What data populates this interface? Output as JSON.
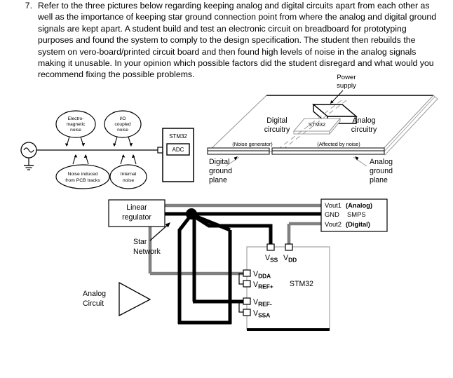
{
  "question": {
    "number": "7.",
    "text": "Refer to the three pictures below regarding keeping analog and digital circuits apart from each other as well as the importance of keeping star ground connection point from where the analog and digital ground signals are kept apart.  A student build and test an electronic circuit on breadboard for prototyping purposes and found the system to comply to the design specification.  The student then rebuilds the system on vero-board/printed circuit board and then found high levels of noise in the analog signals making it unusable.  In your opinion which possible factors did the student disregard and what would you recommend fixing the possible problems."
  },
  "figure_noise": {
    "source_label": "ac-source",
    "bubbles": [
      {
        "line1": "Electro-",
        "line2": "magnetic",
        "line3": "noise"
      },
      {
        "line1": "I/O",
        "line2": "coupled",
        "line3": "noise"
      },
      {
        "line1": "Noise induced",
        "line2": "from PCB tracks",
        "line3": ""
      },
      {
        "line1": "Internal",
        "line2": "noise",
        "line3": ""
      }
    ],
    "chip_label": "STM32",
    "block_label": "ADC"
  },
  "figure_planes": {
    "power_supply_line1": "Power",
    "power_supply_line2": "supply",
    "digital_line1": "Digital",
    "digital_line2": "circuitry",
    "analog_line1": "Analog",
    "analog_line2": "circuitry",
    "noise_generator": "(Noise generator)",
    "affected_by_noise": "(Affected by noise)",
    "chip_label": "STM32",
    "digital_ground_line1": "Digital",
    "digital_ground_line2": "ground",
    "digital_ground_line3": "plane",
    "analog_ground_line1": "Analog",
    "analog_ground_line2": "ground",
    "analog_ground_line3": "plane"
  },
  "figure_star": {
    "regulator_line1": "Linear",
    "regulator_line2": "regulator",
    "star_line1": "Star",
    "star_line2": "Network",
    "analog_circuit_line1": "Analog",
    "analog_circuit_line2": "Circuit",
    "smps": {
      "vout1": "Vout1",
      "vout1_tag": "(Analog)",
      "gnd": "GND",
      "name": "SMPS",
      "vout2": "Vout2",
      "vout2_tag": "(Digital)"
    },
    "chip_label": "STM32",
    "pins": {
      "vss_main": "V",
      "vss_sub": "SS",
      "vdd_main": "V",
      "vdd_sub": "DD",
      "vdda_main": "V",
      "vdda_sub": "DDA",
      "vrefp_main": "V",
      "vrefp_sub": "REF+",
      "vrefn_main": "V",
      "vrefn_sub": "REF-",
      "vssa_main": "V",
      "vssa_sub": "SSA"
    }
  },
  "colors": {
    "line": "#000000",
    "gray_wire": "#808080",
    "thin_gray": "#9a9a9a",
    "background": "#ffffff"
  }
}
